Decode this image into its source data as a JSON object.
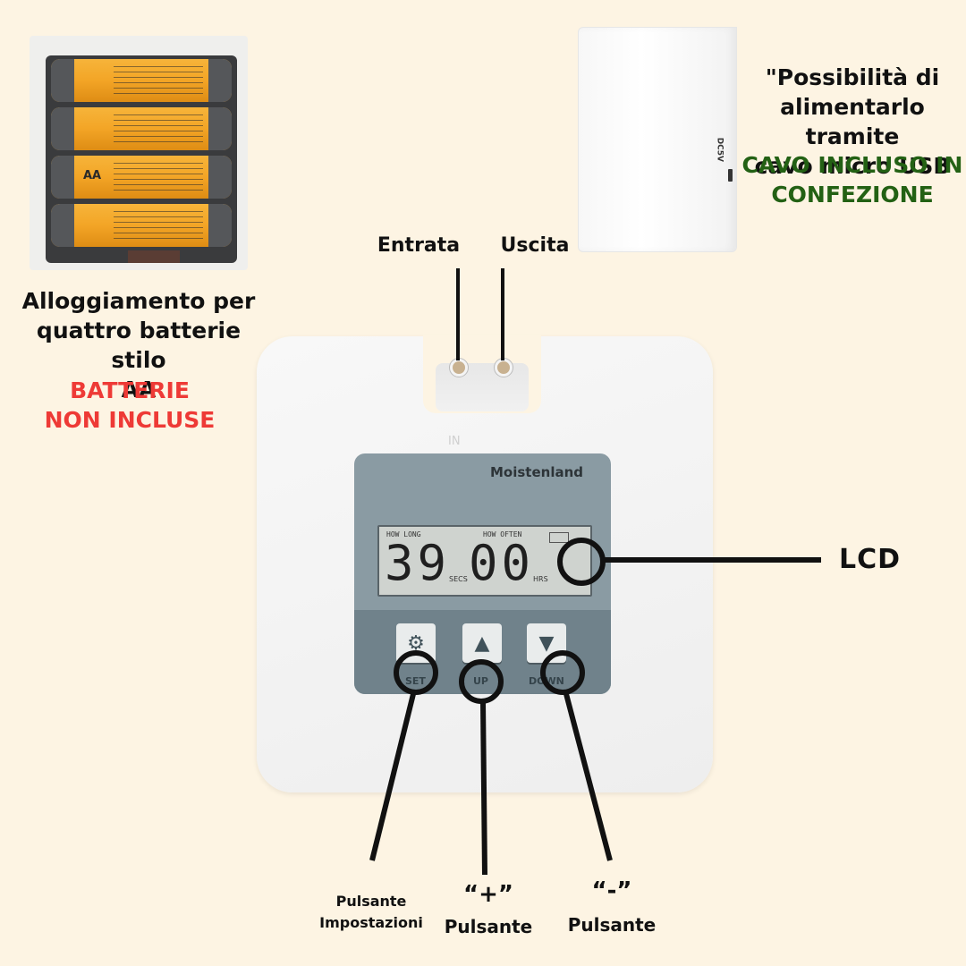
{
  "battery": {
    "caption": [
      "Alloggiamento per",
      "quattro batterie stilo",
      "AA"
    ],
    "note": [
      "BATTERIE",
      "NON INCLUSE"
    ],
    "cell_label": "AA"
  },
  "usb": {
    "caption": [
      "\"Possibilità di",
      "alimentarlo tramite",
      "cavo micro USB"
    ],
    "note": [
      "CAVO INCLUSO IN",
      "CONFEZIONE"
    ],
    "port_label": "DC5V"
  },
  "ports": {
    "in_label": "Entrata",
    "out_label": "Uscita",
    "device_in": "IN"
  },
  "device": {
    "brand": "Moistenland",
    "lcd": {
      "how_long": "HOW LONG",
      "how_often": "HOW OFTEN",
      "secs_value": "39",
      "hrs_value": "00",
      "secs_unit": "SECS",
      "hrs_unit": "HRS"
    },
    "buttons": {
      "set": "SET",
      "up": "UP",
      "down": "DOWN"
    }
  },
  "callouts": {
    "lcd": "LCD",
    "set": [
      "Pulsante",
      "Impostazioni"
    ],
    "plus": [
      "“+”",
      "Pulsante"
    ],
    "minus": [
      "“-”",
      "Pulsante"
    ]
  },
  "colors": {
    "background": "#fdf4e3",
    "red": "#ee3a36",
    "green": "#236114",
    "lcd_panel": "#8a9ba3"
  }
}
